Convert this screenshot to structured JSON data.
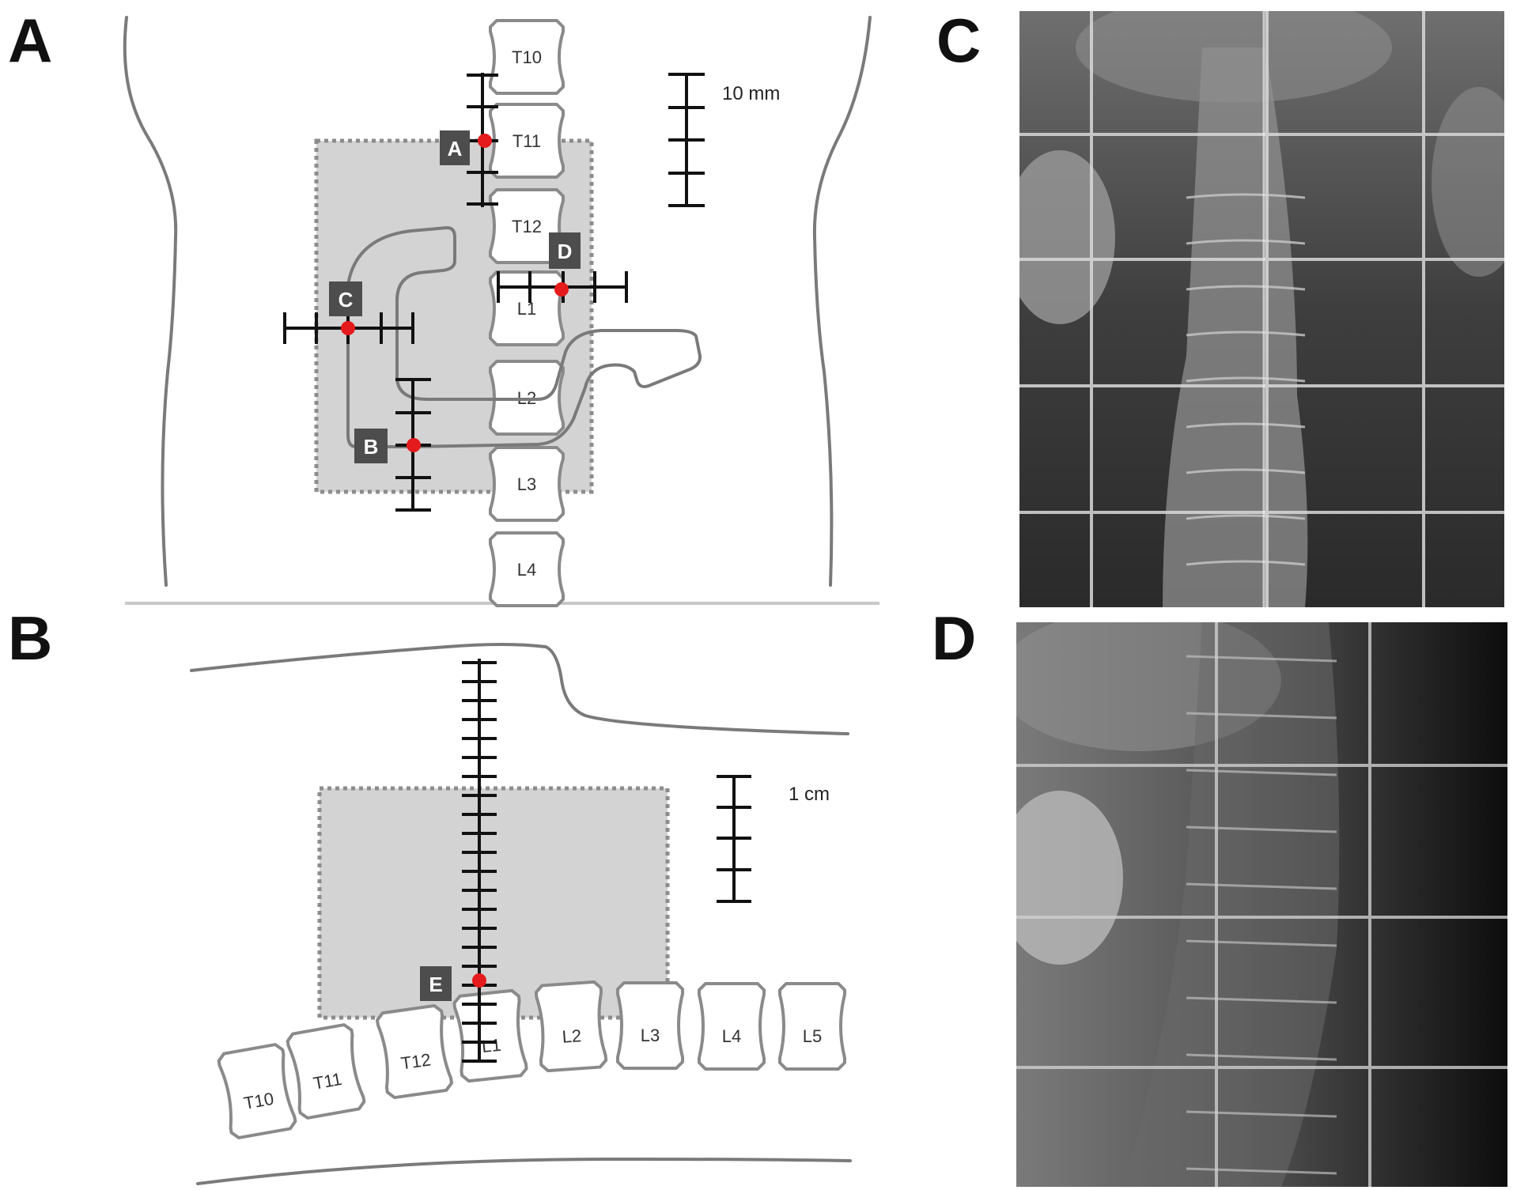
{
  "panels": {
    "A": {
      "letter": "A",
      "scale_label": "10 mm",
      "vertebrae": [
        "T10",
        "T11",
        "T12",
        "L1",
        "L2",
        "L3",
        "L4"
      ]
    },
    "B": {
      "letter": "B",
      "scale_label": "1 cm",
      "vertebrae": [
        "T10",
        "T11",
        "T12",
        "L1",
        "L2",
        "L3",
        "L4",
        "L5"
      ]
    },
    "C": {
      "letter": "C",
      "image": "anteroposterior-radiograph-with-grid"
    },
    "D": {
      "letter": "D",
      "image": "lateral-radiograph-with-grid"
    }
  },
  "markers": {
    "A": "A",
    "B": "B",
    "C": "C",
    "D": "D",
    "E": "E"
  },
  "colors": {
    "field": "#d3d3d3",
    "marker_point": "#e41a1c",
    "marker_box": "#4d4d4d"
  }
}
